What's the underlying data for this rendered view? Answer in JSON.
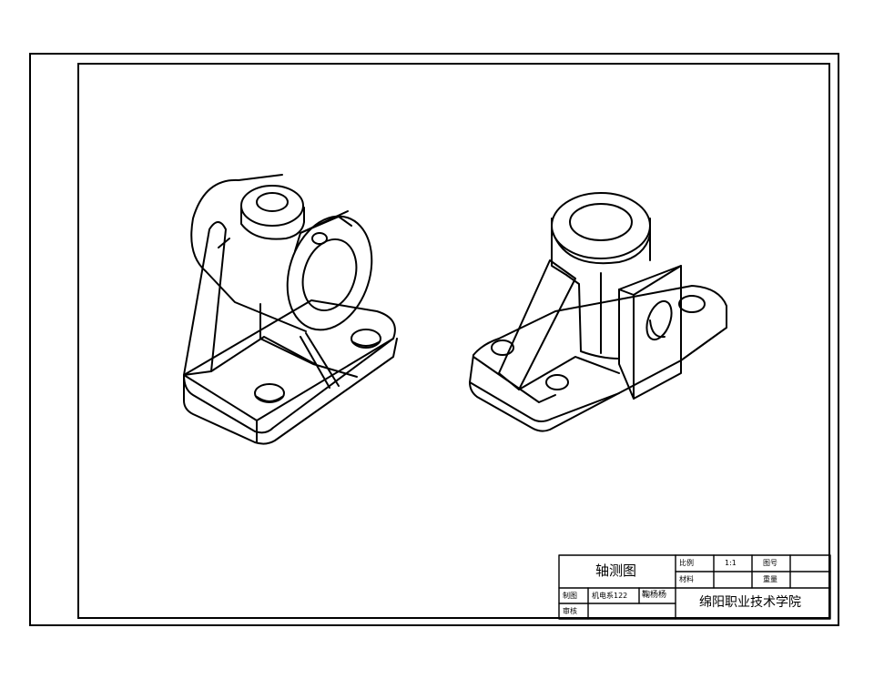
{
  "title_block": {
    "drawing_name": "轴测图",
    "scale_label": "比例",
    "scale_value": "1:1",
    "drawing_no_label": "图号",
    "material_label": "材料",
    "weight_label": "重量",
    "drawn_by_label": "制图",
    "class_name": "机电系122",
    "drafter_name": "鞠杨杨",
    "reviewed_by_label": "审核",
    "institution": "绵阳职业技术学院"
  },
  "colors": {
    "line": "#000000",
    "paper": "#ffffff"
  }
}
